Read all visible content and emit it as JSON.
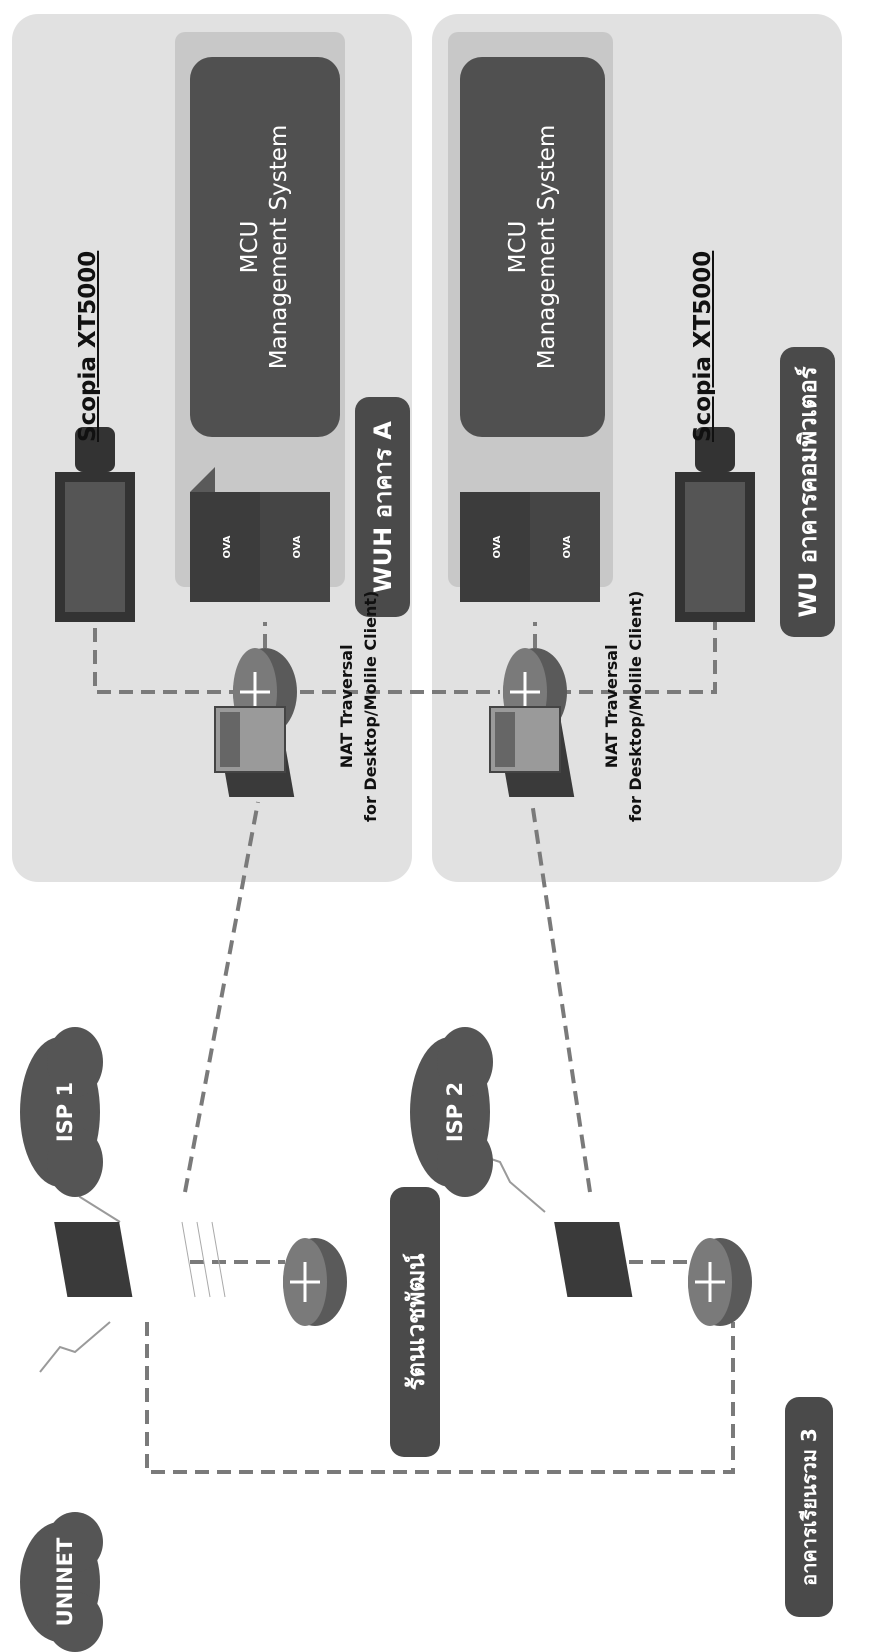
{
  "clouds": {
    "uninet": "UNINET",
    "isp1": "ISP 1",
    "isp2": "ISP 2"
  },
  "remote_sites": {
    "site1_label": "รัตนเวชพัฒน์",
    "site2_label": "อาคารเรียนรวม 3"
  },
  "main_sites": {
    "site_a": {
      "scopia_label": "Scopia XT5000",
      "mcu_line1": "MCU",
      "mcu_line2": "Management System",
      "building_label": "WUH อาคาร A",
      "nat_line1": "NAT Traversal",
      "nat_line2": "for Desktop/Molile Client)"
    },
    "site_b": {
      "scopia_label": "Scopia XT5000",
      "mcu_line1": "MCU",
      "mcu_line2": "Management System",
      "building_label": "WU อาคารคอมพิวเตอร์",
      "nat_line1": "NAT Traversal",
      "nat_line2": "for Desktop/Molile Client)"
    }
  },
  "ova_label": "OVA",
  "colors": {
    "dark_fill": "#4a4a4a",
    "panel": "#dcdcdc",
    "inner_panel": "#c8c8c8",
    "line": "#777777"
  }
}
